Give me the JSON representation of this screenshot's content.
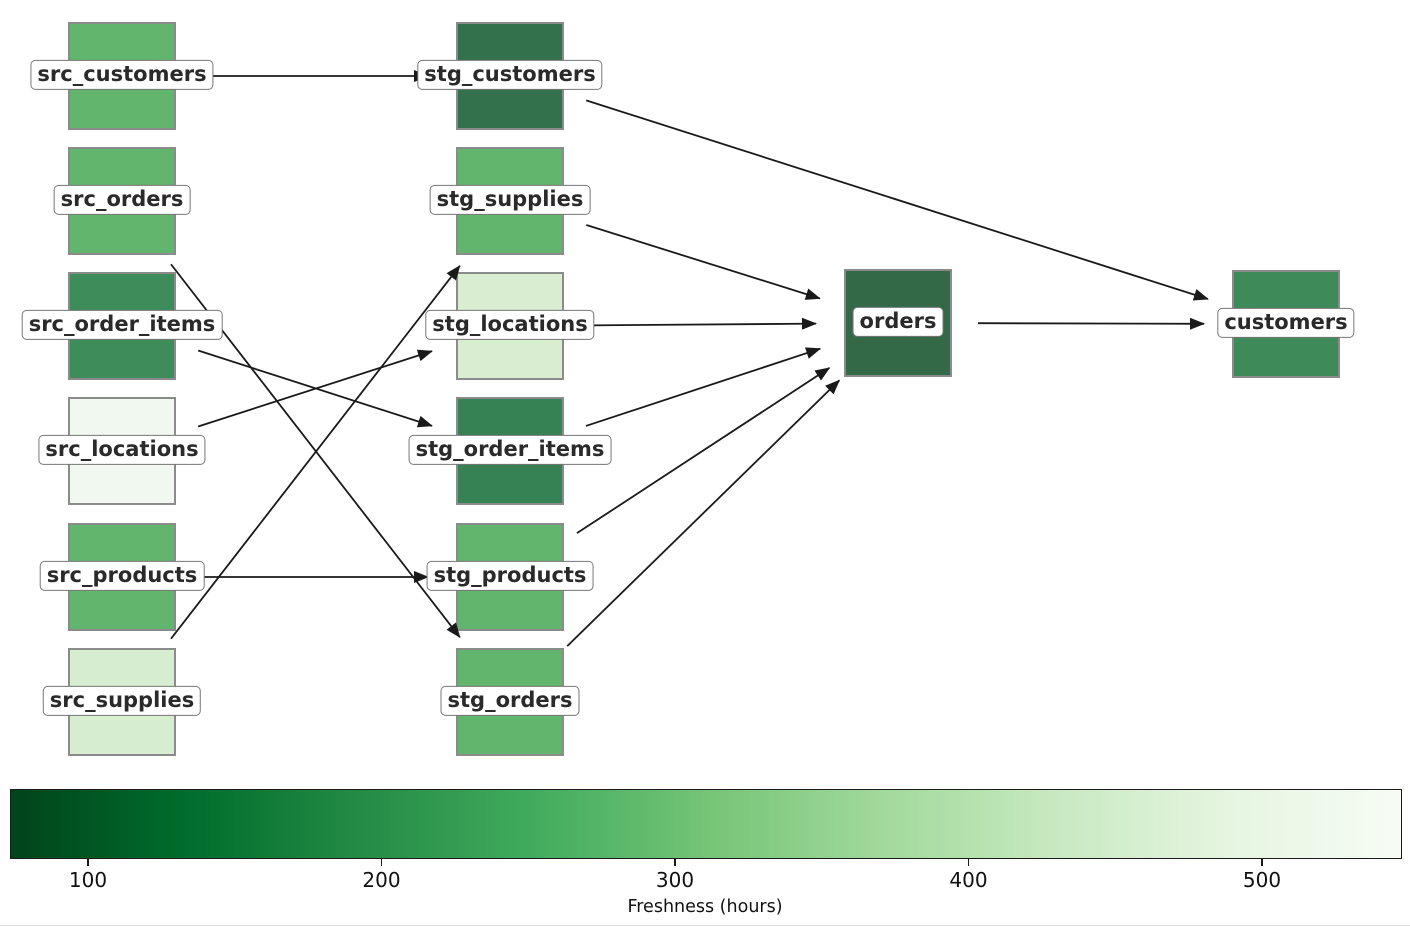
{
  "graph": {
    "nodes": [
      {
        "id": "src_customers",
        "label": "src_customers",
        "color": "#62b56c"
      },
      {
        "id": "src_orders",
        "label": "src_orders",
        "color": "#62b56c"
      },
      {
        "id": "src_order_items",
        "label": "src_order_items",
        "color": "#3e8c5a"
      },
      {
        "id": "src_locations",
        "label": "src_locations",
        "color": "#f1f8ef"
      },
      {
        "id": "src_products",
        "label": "src_products",
        "color": "#62b56c"
      },
      {
        "id": "src_supplies",
        "label": "src_supplies",
        "color": "#d7edcf"
      },
      {
        "id": "stg_customers",
        "label": "stg_customers",
        "color": "#33704c"
      },
      {
        "id": "stg_supplies",
        "label": "stg_supplies",
        "color": "#62b56c"
      },
      {
        "id": "stg_locations",
        "label": "stg_locations",
        "color": "#d9eed1"
      },
      {
        "id": "stg_order_items",
        "label": "stg_order_items",
        "color": "#378255"
      },
      {
        "id": "stg_products",
        "label": "stg_products",
        "color": "#62b56c"
      },
      {
        "id": "stg_orders",
        "label": "stg_orders",
        "color": "#62b56c"
      },
      {
        "id": "orders",
        "label": "orders",
        "color": "#346948"
      },
      {
        "id": "customers",
        "label": "customers",
        "color": "#3e8a58"
      }
    ],
    "edges": [
      {
        "source": "src_customers",
        "target": "stg_customers"
      },
      {
        "source": "src_orders",
        "target": "stg_orders"
      },
      {
        "source": "src_order_items",
        "target": "stg_order_items"
      },
      {
        "source": "src_locations",
        "target": "stg_locations"
      },
      {
        "source": "src_products",
        "target": "stg_products"
      },
      {
        "source": "src_supplies",
        "target": "stg_supplies"
      },
      {
        "source": "stg_customers",
        "target": "customers"
      },
      {
        "source": "stg_supplies",
        "target": "orders"
      },
      {
        "source": "stg_locations",
        "target": "orders"
      },
      {
        "source": "stg_order_items",
        "target": "orders"
      },
      {
        "source": "stg_products",
        "target": "orders"
      },
      {
        "source": "stg_orders",
        "target": "orders"
      },
      {
        "source": "orders",
        "target": "customers"
      }
    ],
    "edge_color": "#1a1a1a",
    "node_border_color": "#8b8b8b",
    "label_text_color": "#2a2a2a"
  },
  "colorbar": {
    "label": "Freshness (hours)",
    "ticks": [
      "100",
      "200",
      "300",
      "400",
      "500"
    ],
    "gradient": [
      "#00441b",
      "#006d2c",
      "#238b45",
      "#41ab5d",
      "#74c476",
      "#a1d99b",
      "#c7e9c0",
      "#e5f5e0",
      "#f7fcf5"
    ]
  }
}
